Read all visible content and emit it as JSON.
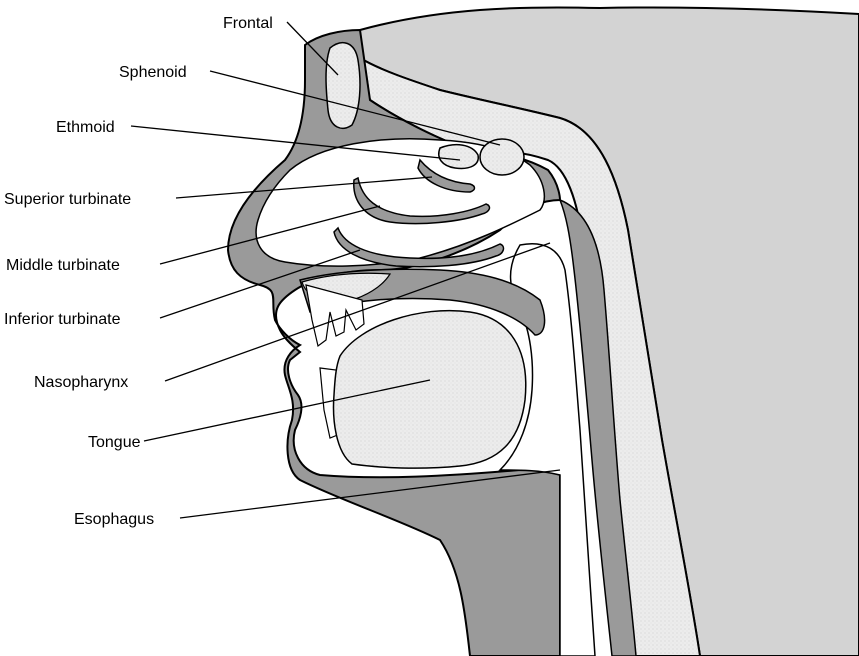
{
  "diagram": {
    "labels": {
      "frontal": "Frontal",
      "sphenoid": "Sphenoid",
      "ethmoid": "Ethmoid",
      "superior_turbinate": "Superior turbinate",
      "middle_turbinate": "Middle turbinate",
      "inferior_turbinate": "Inferior turbinate",
      "nasopharynx": "Nasopharynx",
      "tongue": "Tongue",
      "esophagus": "Esophagus"
    },
    "colors": {
      "tissue_dark": "#9a9a9a",
      "tissue_light": "#d3d3d3",
      "bone_stipple": "#ececec",
      "outline": "#000000",
      "background": "#ffffff"
    }
  }
}
